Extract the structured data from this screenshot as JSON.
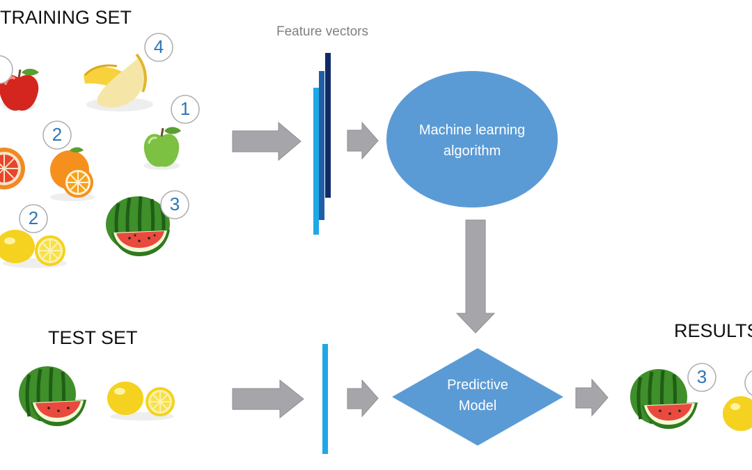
{
  "training": {
    "title": "TRAINING SET",
    "items": [
      {
        "fruit": "red-apple",
        "label": ""
      },
      {
        "fruit": "banana",
        "label": "4"
      },
      {
        "fruit": "green-apple",
        "label": "1"
      },
      {
        "fruit": "grapefruit",
        "label": ""
      },
      {
        "fruit": "orange",
        "label": "2"
      },
      {
        "fruit": "lemon",
        "label": "2"
      },
      {
        "fruit": "watermelon",
        "label": "3"
      }
    ]
  },
  "feature_vectors": {
    "label": "Feature vectors"
  },
  "ml_algorithm": {
    "line1": "Machine learning",
    "line2": "algorithm"
  },
  "test": {
    "title": "TEST SET",
    "items": [
      {
        "fruit": "watermelon"
      },
      {
        "fruit": "lemon"
      }
    ]
  },
  "model": {
    "line1": "Predictive",
    "line2": "Model"
  },
  "results": {
    "title": "RESULTS",
    "items": [
      {
        "fruit": "watermelon",
        "label": "3"
      },
      {
        "fruit": "lemon",
        "label": ""
      }
    ]
  },
  "colors": {
    "arrow": "#a6a6aa",
    "arrow_edge": "#8e8e93",
    "node_fill": "#5b9bd5",
    "bar_light": "#1fa8e8",
    "bar_mid": "#1f5fa8",
    "bar_dark": "#0f2b66",
    "badge_text": "#2e75b6"
  }
}
